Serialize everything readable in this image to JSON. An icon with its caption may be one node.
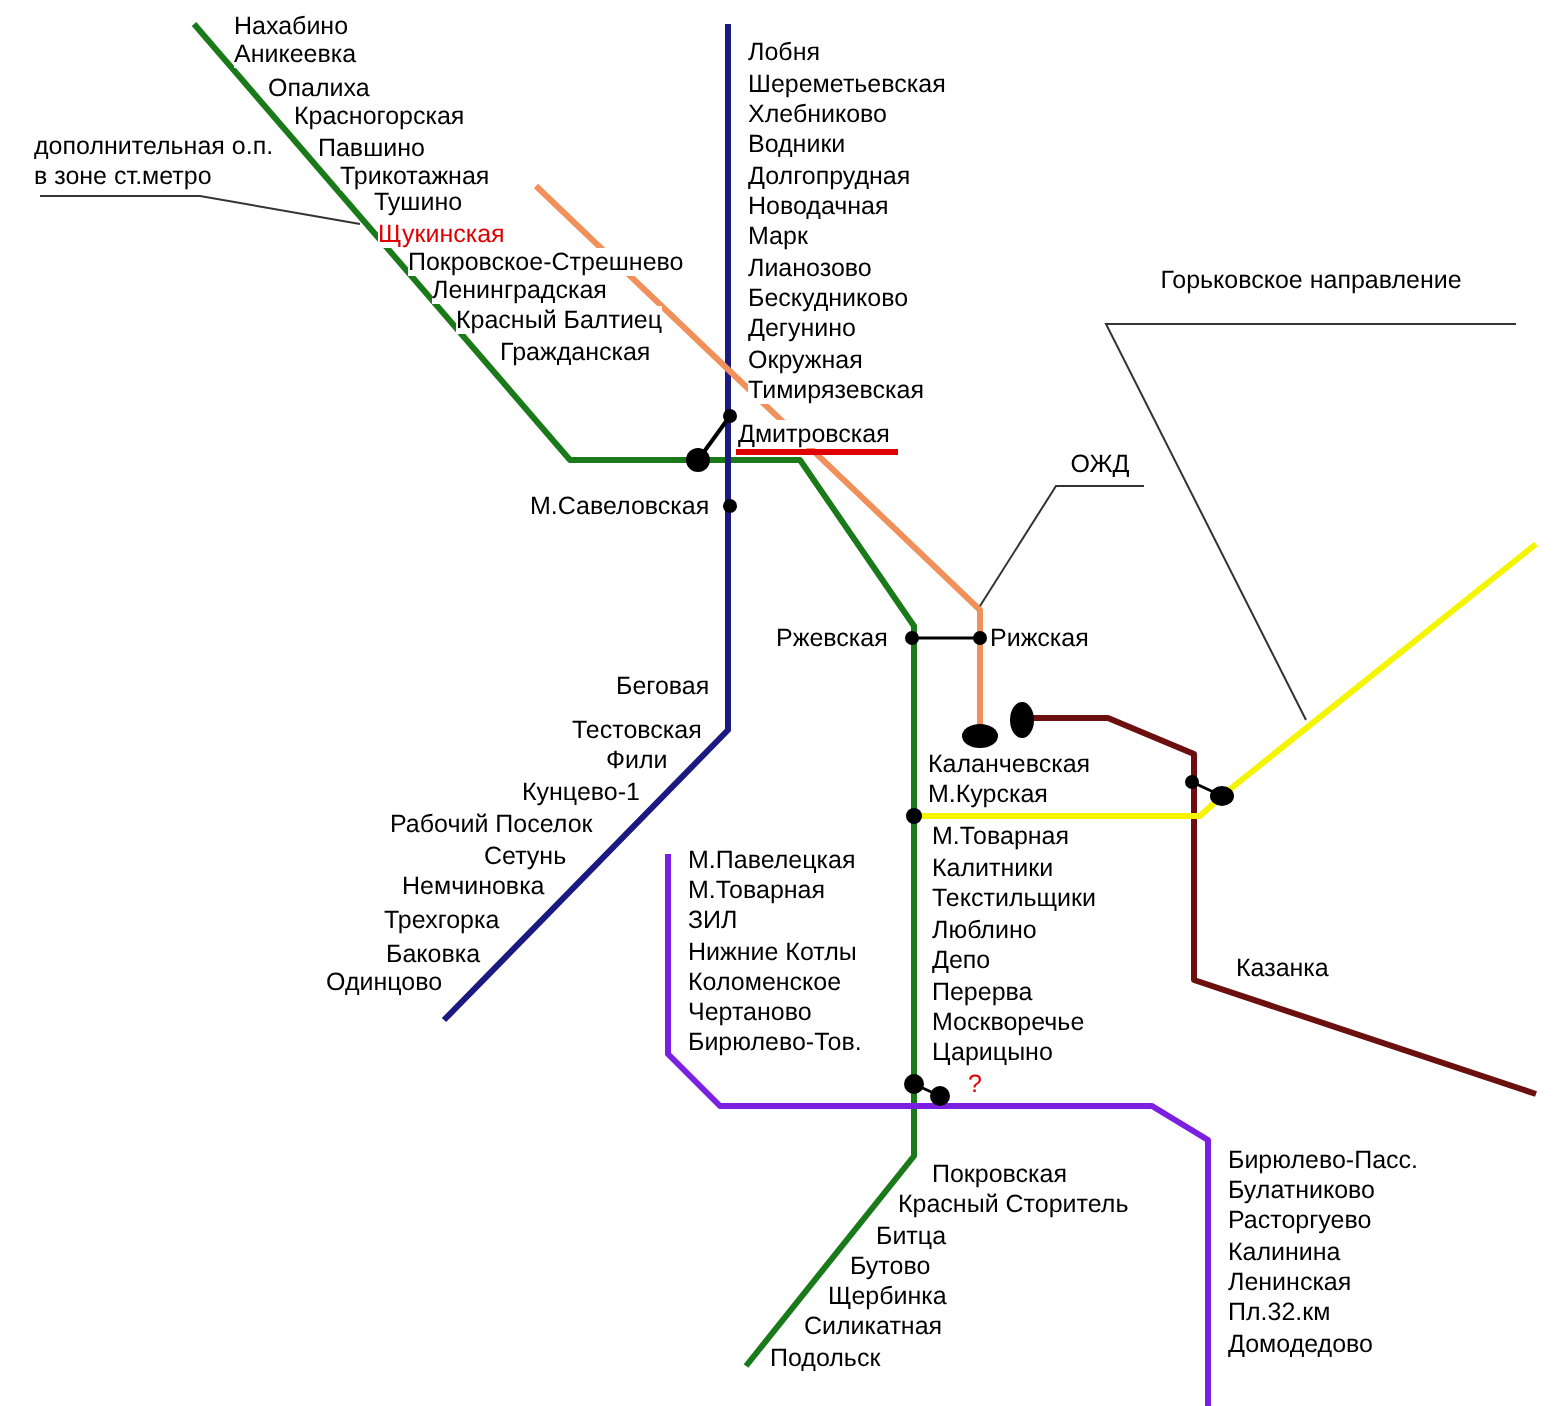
{
  "diagram": {
    "nodes": [
      {
        "text": [
          "дополнительная о.п. в зоне ст.метро"
        ]
      },
      {
        "text": [
          "Горьковское направление"
        ]
      },
      {
        "text": [
          "ОЖД"
        ]
      }
    ],
    "edges": [
      {
        "from": 0,
        "to": null,
        "arrow": "none"
      },
      {
        "from": 1,
        "to": null,
        "arrow": "none"
      },
      {
        "from": 2,
        "to": null,
        "arrow": "none"
      }
    ],
    "labels": [
      "Нахабино",
      "Аникеевка",
      "Опалиха",
      "Красногорская",
      "Павшино",
      "Трикотажная",
      "Тушино",
      "Щукинская",
      "Покровское-Стрешнево",
      "Ленинградская",
      "Красный Балтиец",
      "Гражданская",
      "Лобня",
      "Шереметьевская",
      "Хлебниково",
      "Водники",
      "Долгопрудная",
      "Новодачная",
      "Марк",
      "Лианозово",
      "Бескудниково",
      "Дегунино",
      "Окружная",
      "Тимирязевская",
      "Дмитровская",
      "М.Савеловская",
      "Ржевская",
      "Рижская",
      "Беговая",
      "Тестовская",
      "Фили",
      "Кунцево-1",
      "Рабочий Поселок",
      "Сетунь",
      "Немчиновка",
      "Трехгорка",
      "Баковка",
      "Одинцово",
      "Каланчевская",
      "М.Курская",
      "М.Товарная",
      "Калитники",
      "Текстильщики",
      "Люблино",
      "Депо",
      "Перерва",
      "Москворечье",
      "Царицыно",
      "?",
      "Казанка",
      "М.Павелецкая",
      "М.Товарная",
      "ЗИЛ",
      "Нижние Котлы",
      "Коломенское",
      "Чертаново",
      "Бирюлево-Тов.",
      "Покровская",
      "Красный Сторитель",
      "Битца",
      "Бутово",
      "Щербинка",
      "Силикатная",
      "Подольск",
      "Бирюлево-Пасс.",
      "Булатниково",
      "Расторгуево",
      "Калинина",
      "Ленинская",
      "Пл.32.км",
      "Домодедово"
    ]
  }
}
